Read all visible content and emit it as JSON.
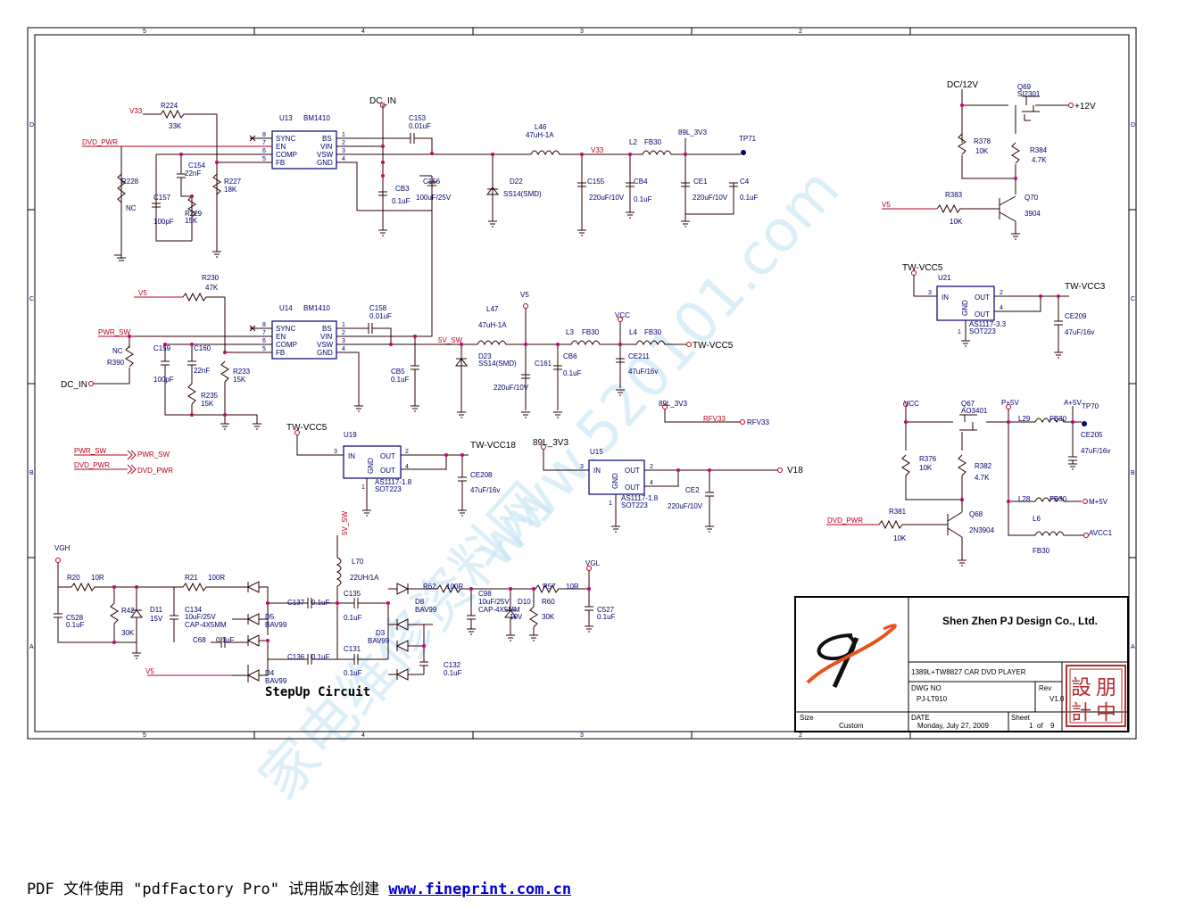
{
  "frame": {
    "col_labels": [
      "5",
      "4",
      "3",
      "2"
    ],
    "row_labels": [
      "D",
      "C",
      "B",
      "A"
    ]
  },
  "components": {
    "u13": {
      "ref": "U13",
      "part": "BM1410",
      "pins_left": [
        "SYNC",
        "EN",
        "COMP",
        "FB"
      ],
      "pins_right": [
        "BS",
        "VIN",
        "VSW",
        "GND"
      ],
      "left_nums": [
        "8",
        "7",
        "6",
        "5"
      ],
      "right_nums": [
        "1",
        "2",
        "3",
        "4"
      ]
    },
    "u14": {
      "ref": "U14",
      "part": "BM1410",
      "pins_left": [
        "SYNC",
        "EN",
        "COMP",
        "FB"
      ],
      "pins_right": [
        "BS",
        "VIN",
        "VSW",
        "GND"
      ],
      "left_nums": [
        "8",
        "7",
        "6",
        "5"
      ],
      "right_nums": [
        "1",
        "2",
        "3",
        "4"
      ]
    },
    "u19": {
      "ref": "U19",
      "part1": "AS1117-1.8",
      "part2": "SOT223",
      "in": "IN",
      "out1": "OUT",
      "out2": "OUT",
      "gnd": "GND",
      "p_in": "3",
      "p_out1": "2",
      "p_out2": "4",
      "p_gnd": "1"
    },
    "u15": {
      "ref": "U15",
      "part1": "AS1117-1.8",
      "part2": "SOT223",
      "in": "IN",
      "out1": "OUT",
      "out2": "OUT",
      "gnd": "GND",
      "p_in": "3",
      "p_out1": "2",
      "p_out2": "4",
      "p_gnd": "1"
    },
    "u21": {
      "ref": "U21",
      "part1": "AS1117-3.3",
      "part2": "SOT223",
      "in": "IN",
      "out1": "OUT",
      "out2": "OUT",
      "gnd": "GND",
      "p_in": "3",
      "p_out1": "2",
      "p_out2": "4",
      "p_gnd": "1"
    }
  },
  "labels": [
    {
      "id": "v33a",
      "text": "V33"
    },
    {
      "id": "r224",
      "text": "R224"
    },
    {
      "id": "r224v",
      "text": "33K"
    },
    {
      "id": "dvdpwr1",
      "text": "DVD_PWR"
    },
    {
      "id": "dcin_top",
      "text": "DC_IN"
    },
    {
      "id": "c153",
      "text": "C153"
    },
    {
      "id": "c153v",
      "text": "0.01uF"
    },
    {
      "id": "l46",
      "text": "L46"
    },
    {
      "id": "l46v",
      "text": "47uH-1A"
    },
    {
      "id": "v33b",
      "text": "V33"
    },
    {
      "id": "l2",
      "text": "L2"
    },
    {
      "id": "l2v",
      "text": "FB30"
    },
    {
      "id": "n89l3v3a",
      "text": "89L_3V3"
    },
    {
      "id": "tp71",
      "text": "TP71"
    },
    {
      "id": "c154",
      "text": "C154"
    },
    {
      "id": "c154v",
      "text": "22nF"
    },
    {
      "id": "r227",
      "text": "R227"
    },
    {
      "id": "r227v",
      "text": "18K"
    },
    {
      "id": "r228",
      "text": "R228"
    },
    {
      "id": "r228v",
      "text": "NC"
    },
    {
      "id": "c157",
      "text": "C157"
    },
    {
      "id": "c157v",
      "text": "100pF"
    },
    {
      "id": "r229",
      "text": "R229"
    },
    {
      "id": "r229v",
      "text": "15K"
    },
    {
      "id": "cb3",
      "text": "CB3"
    },
    {
      "id": "cb3v",
      "text": "0.1uF"
    },
    {
      "id": "c156",
      "text": "C156"
    },
    {
      "id": "c156v",
      "text": "100uF/25V"
    },
    {
      "id": "d22",
      "text": "D22"
    },
    {
      "id": "d22v",
      "text": "SS14(SMD)"
    },
    {
      "id": "c155",
      "text": "C155"
    },
    {
      "id": "c155v",
      "text": "220uF/10V"
    },
    {
      "id": "cb4",
      "text": "CB4"
    },
    {
      "id": "cb4v",
      "text": "0.1uF"
    },
    {
      "id": "ce1",
      "text": "CE1"
    },
    {
      "id": "ce1v",
      "text": "220uF/10V"
    },
    {
      "id": "c4",
      "text": "C4"
    },
    {
      "id": "c4v",
      "text": "0.1uF"
    },
    {
      "id": "dc12v",
      "text": "DC/12V"
    },
    {
      "id": "q69",
      "text": "Q69"
    },
    {
      "id": "q69v",
      "text": "SI2301"
    },
    {
      "id": "p12v",
      "text": "+12V"
    },
    {
      "id": "r378",
      "text": "R378"
    },
    {
      "id": "r378v",
      "text": "10K"
    },
    {
      "id": "r384",
      "text": "R384"
    },
    {
      "id": "r384v",
      "text": "4.7K"
    },
    {
      "id": "r383",
      "text": "R383"
    },
    {
      "id": "r383v",
      "text": "10K"
    },
    {
      "id": "v5q",
      "text": "V5"
    },
    {
      "id": "q70",
      "text": "Q70"
    },
    {
      "id": "q70v",
      "text": "3904"
    },
    {
      "id": "twvcc5a",
      "text": "TW-VCC5"
    },
    {
      "id": "twvcc3",
      "text": "TW-VCC3"
    },
    {
      "id": "ce209",
      "text": "CE209"
    },
    {
      "id": "ce209v",
      "text": "47uF/16v"
    },
    {
      "id": "v5b",
      "text": "V5"
    },
    {
      "id": "r230",
      "text": "R230"
    },
    {
      "id": "r230v",
      "text": "47K"
    },
    {
      "id": "c158",
      "text": "C158"
    },
    {
      "id": "c158v",
      "text": "0.01uF"
    },
    {
      "id": "v5c",
      "text": "V5"
    },
    {
      "id": "l47",
      "text": "L47"
    },
    {
      "id": "l47v",
      "text": "47uH-1A"
    },
    {
      "id": "pwrsw1",
      "text": "PWR_SW"
    },
    {
      "id": "nc390",
      "text": "NC"
    },
    {
      "id": "r390",
      "text": "R390"
    },
    {
      "id": "c159",
      "text": "C159"
    },
    {
      "id": "c159v",
      "text": "100pF"
    },
    {
      "id": "c160",
      "text": "C160"
    },
    {
      "id": "c160v",
      "text": "22nF"
    },
    {
      "id": "r233",
      "text": "R233"
    },
    {
      "id": "r233v",
      "text": "15K"
    },
    {
      "id": "r235",
      "text": "R235"
    },
    {
      "id": "r235v",
      "text": "15K"
    },
    {
      "id": "dcin_l",
      "text": "DC_IN"
    },
    {
      "id": "cb5",
      "text": "CB5"
    },
    {
      "id": "cb5v",
      "text": "0.1uF"
    },
    {
      "id": "v5sw",
      "text": "5V_SW"
    },
    {
      "id": "d23",
      "text": "D23"
    },
    {
      "id": "d23v",
      "text": "SS14(SMD)"
    },
    {
      "id": "c161",
      "text": "C161"
    },
    {
      "id": "c161v",
      "text": "220uF/10V"
    },
    {
      "id": "cb6",
      "text": "CB6"
    },
    {
      "id": "cb6v",
      "text": "0.1uF"
    },
    {
      "id": "vcc1",
      "text": "VCC"
    },
    {
      "id": "l3",
      "text": "L3"
    },
    {
      "id": "l3v",
      "text": "FB30"
    },
    {
      "id": "l4",
      "text": "L4"
    },
    {
      "id": "l4v",
      "text": "FB30"
    },
    {
      "id": "twvcc5b",
      "text": "TW-VCC5"
    },
    {
      "id": "ce211",
      "text": "CE211"
    },
    {
      "id": "ce211v",
      "text": "47uF/16v"
    },
    {
      "id": "n89l3v3b",
      "text": "89L_3V3"
    },
    {
      "id": "rfv33a",
      "text": "RFV33"
    },
    {
      "id": "rfv33b",
      "text": "RFV33"
    },
    {
      "id": "twvcc5c",
      "text": "TW-VCC5"
    },
    {
      "id": "twvcc18",
      "text": "TW-VCC18"
    },
    {
      "id": "ce208",
      "text": "CE208"
    },
    {
      "id": "ce208v",
      "text": "47uF/16v"
    },
    {
      "id": "n89l3v3c",
      "text": "89L_3V3"
    },
    {
      "id": "v18",
      "text": "V18"
    },
    {
      "id": "ce2",
      "text": "CE2"
    },
    {
      "id": "ce2v",
      "text": "220uF/10V"
    },
    {
      "id": "pwrsw2",
      "text": "PWR_SW"
    },
    {
      "id": "pwrsw3",
      "text": "PWR_SW"
    },
    {
      "id": "dvdpwr2",
      "text": "DVD_PWR"
    },
    {
      "id": "dvdpwr3",
      "text": "DVD_PWR"
    },
    {
      "id": "vcc2",
      "text": "VCC"
    },
    {
      "id": "q67",
      "text": "Q67"
    },
    {
      "id": "q67v",
      "text": "AO3401"
    },
    {
      "id": "p5v",
      "text": "P+5V"
    },
    {
      "id": "a5v",
      "text": "A+5V"
    },
    {
      "id": "tp70",
      "text": "TP70"
    },
    {
      "id": "l29",
      "text": "L29"
    },
    {
      "id": "l29v",
      "text": "FB30"
    },
    {
      "id": "ce205",
      "text": "CE205"
    },
    {
      "id": "ce205v",
      "text": "47uF/16v"
    },
    {
      "id": "r376",
      "text": "R376"
    },
    {
      "id": "r376v",
      "text": "10K"
    },
    {
      "id": "r382",
      "text": "R382"
    },
    {
      "id": "r382v",
      "text": "4.7K"
    },
    {
      "id": "l28",
      "text": "L28"
    },
    {
      "id": "l28v",
      "text": "FB30"
    },
    {
      "id": "m5v",
      "text": "M+5V"
    },
    {
      "id": "dvdpwr4",
      "text": "DVD_PWR"
    },
    {
      "id": "r381",
      "text": "R381"
    },
    {
      "id": "r381v",
      "text": "10K"
    },
    {
      "id": "q68",
      "text": "Q68"
    },
    {
      "id": "q68v",
      "text": "2N3904"
    },
    {
      "id": "l6",
      "text": "L6"
    },
    {
      "id": "l6v",
      "text": "FB30"
    },
    {
      "id": "avcc1",
      "text": "AVCC1"
    },
    {
      "id": "vgh",
      "text": "VGH"
    },
    {
      "id": "v5sw2",
      "text": "5V_SW"
    },
    {
      "id": "l70",
      "text": "L70"
    },
    {
      "id": "l70v",
      "text": "22UH/1A"
    },
    {
      "id": "r20",
      "text": "R20"
    },
    {
      "id": "r20v",
      "text": "10R"
    },
    {
      "id": "r21",
      "text": "R21"
    },
    {
      "id": "r21v",
      "text": "100R"
    },
    {
      "id": "c528",
      "text": "C528"
    },
    {
      "id": "c528v",
      "text": "0.1uF"
    },
    {
      "id": "r42",
      "text": "R42"
    },
    {
      "id": "r42v",
      "text": "30K"
    },
    {
      "id": "d11",
      "text": "D11"
    },
    {
      "id": "d11v",
      "text": "15V"
    },
    {
      "id": "c134",
      "text": "C134"
    },
    {
      "id": "c134v",
      "text": "10uF/25V"
    },
    {
      "id": "c134p",
      "text": "CAP-4X5MM"
    },
    {
      "id": "d5",
      "text": "D5"
    },
    {
      "id": "d5v",
      "text": "BAV99"
    },
    {
      "id": "c137",
      "text": "C137"
    },
    {
      "id": "c137v",
      "text": "0.1uF"
    },
    {
      "id": "c135",
      "text": "C135"
    },
    {
      "id": "c135v",
      "text": "0.1uF"
    },
    {
      "id": "c68",
      "text": "C68"
    },
    {
      "id": "c68v",
      "text": "0.1uF"
    },
    {
      "id": "c136",
      "text": "C136"
    },
    {
      "id": "c136v",
      "text": "0.1uF"
    },
    {
      "id": "v5d",
      "text": "V5"
    },
    {
      "id": "d4",
      "text": "D4"
    },
    {
      "id": "d4v",
      "text": "BAV99"
    },
    {
      "id": "c131",
      "text": "C131"
    },
    {
      "id": "c131v",
      "text": "0.1uF"
    },
    {
      "id": "d8",
      "text": "D8"
    },
    {
      "id": "d8v",
      "text": "BAV99"
    },
    {
      "id": "d3",
      "text": "D3"
    },
    {
      "id": "d3v",
      "text": "BAV99"
    },
    {
      "id": "r62",
      "text": "R62"
    },
    {
      "id": "r62v",
      "text": "100R"
    },
    {
      "id": "c98",
      "text": "C98"
    },
    {
      "id": "c98v",
      "text": "10uF/25V"
    },
    {
      "id": "c98p",
      "text": "CAP-4X5MM"
    },
    {
      "id": "d10",
      "text": "D10"
    },
    {
      "id": "d10v",
      "text": "10V"
    },
    {
      "id": "c132",
      "text": "C132"
    },
    {
      "id": "c132v",
      "text": "0.1uF"
    },
    {
      "id": "r57",
      "text": "R57"
    },
    {
      "id": "r57v",
      "text": "10R"
    },
    {
      "id": "r60",
      "text": "R60"
    },
    {
      "id": "r60v",
      "text": "30K"
    },
    {
      "id": "vgl",
      "text": "VGL"
    },
    {
      "id": "c527",
      "text": "C527"
    },
    {
      "id": "c527v",
      "text": "0.1uF"
    }
  ],
  "heading": "StepUp Circuit",
  "title_block": {
    "company": "Shen Zhen PJ Design Co., Ltd.",
    "title": "1389L+TW8827 CAR DVD PLAYER",
    "dwg_no_label": "DWG NO",
    "dwg_no": "PJ-LT910",
    "rev_label": "Rev",
    "rev": "V1.0",
    "size_label": "Size",
    "size": "Custom",
    "date_label": "DATE",
    "date": "Monday, July 27, 2009",
    "sheet_label": "Sheet",
    "sheet": "1",
    "sheet_of": "of",
    "sheet_total": "9",
    "stamp": [
      "設",
      "朋",
      "計",
      "中"
    ]
  },
  "watermark": {
    "text1": "www.520101.com",
    "text2": "家电维修资料网"
  },
  "footer": {
    "prefix": "PDF 文件使用 \"pdfFactory Pro\" 试用版本创建 ",
    "link": "www.fineprint.com.cn"
  }
}
